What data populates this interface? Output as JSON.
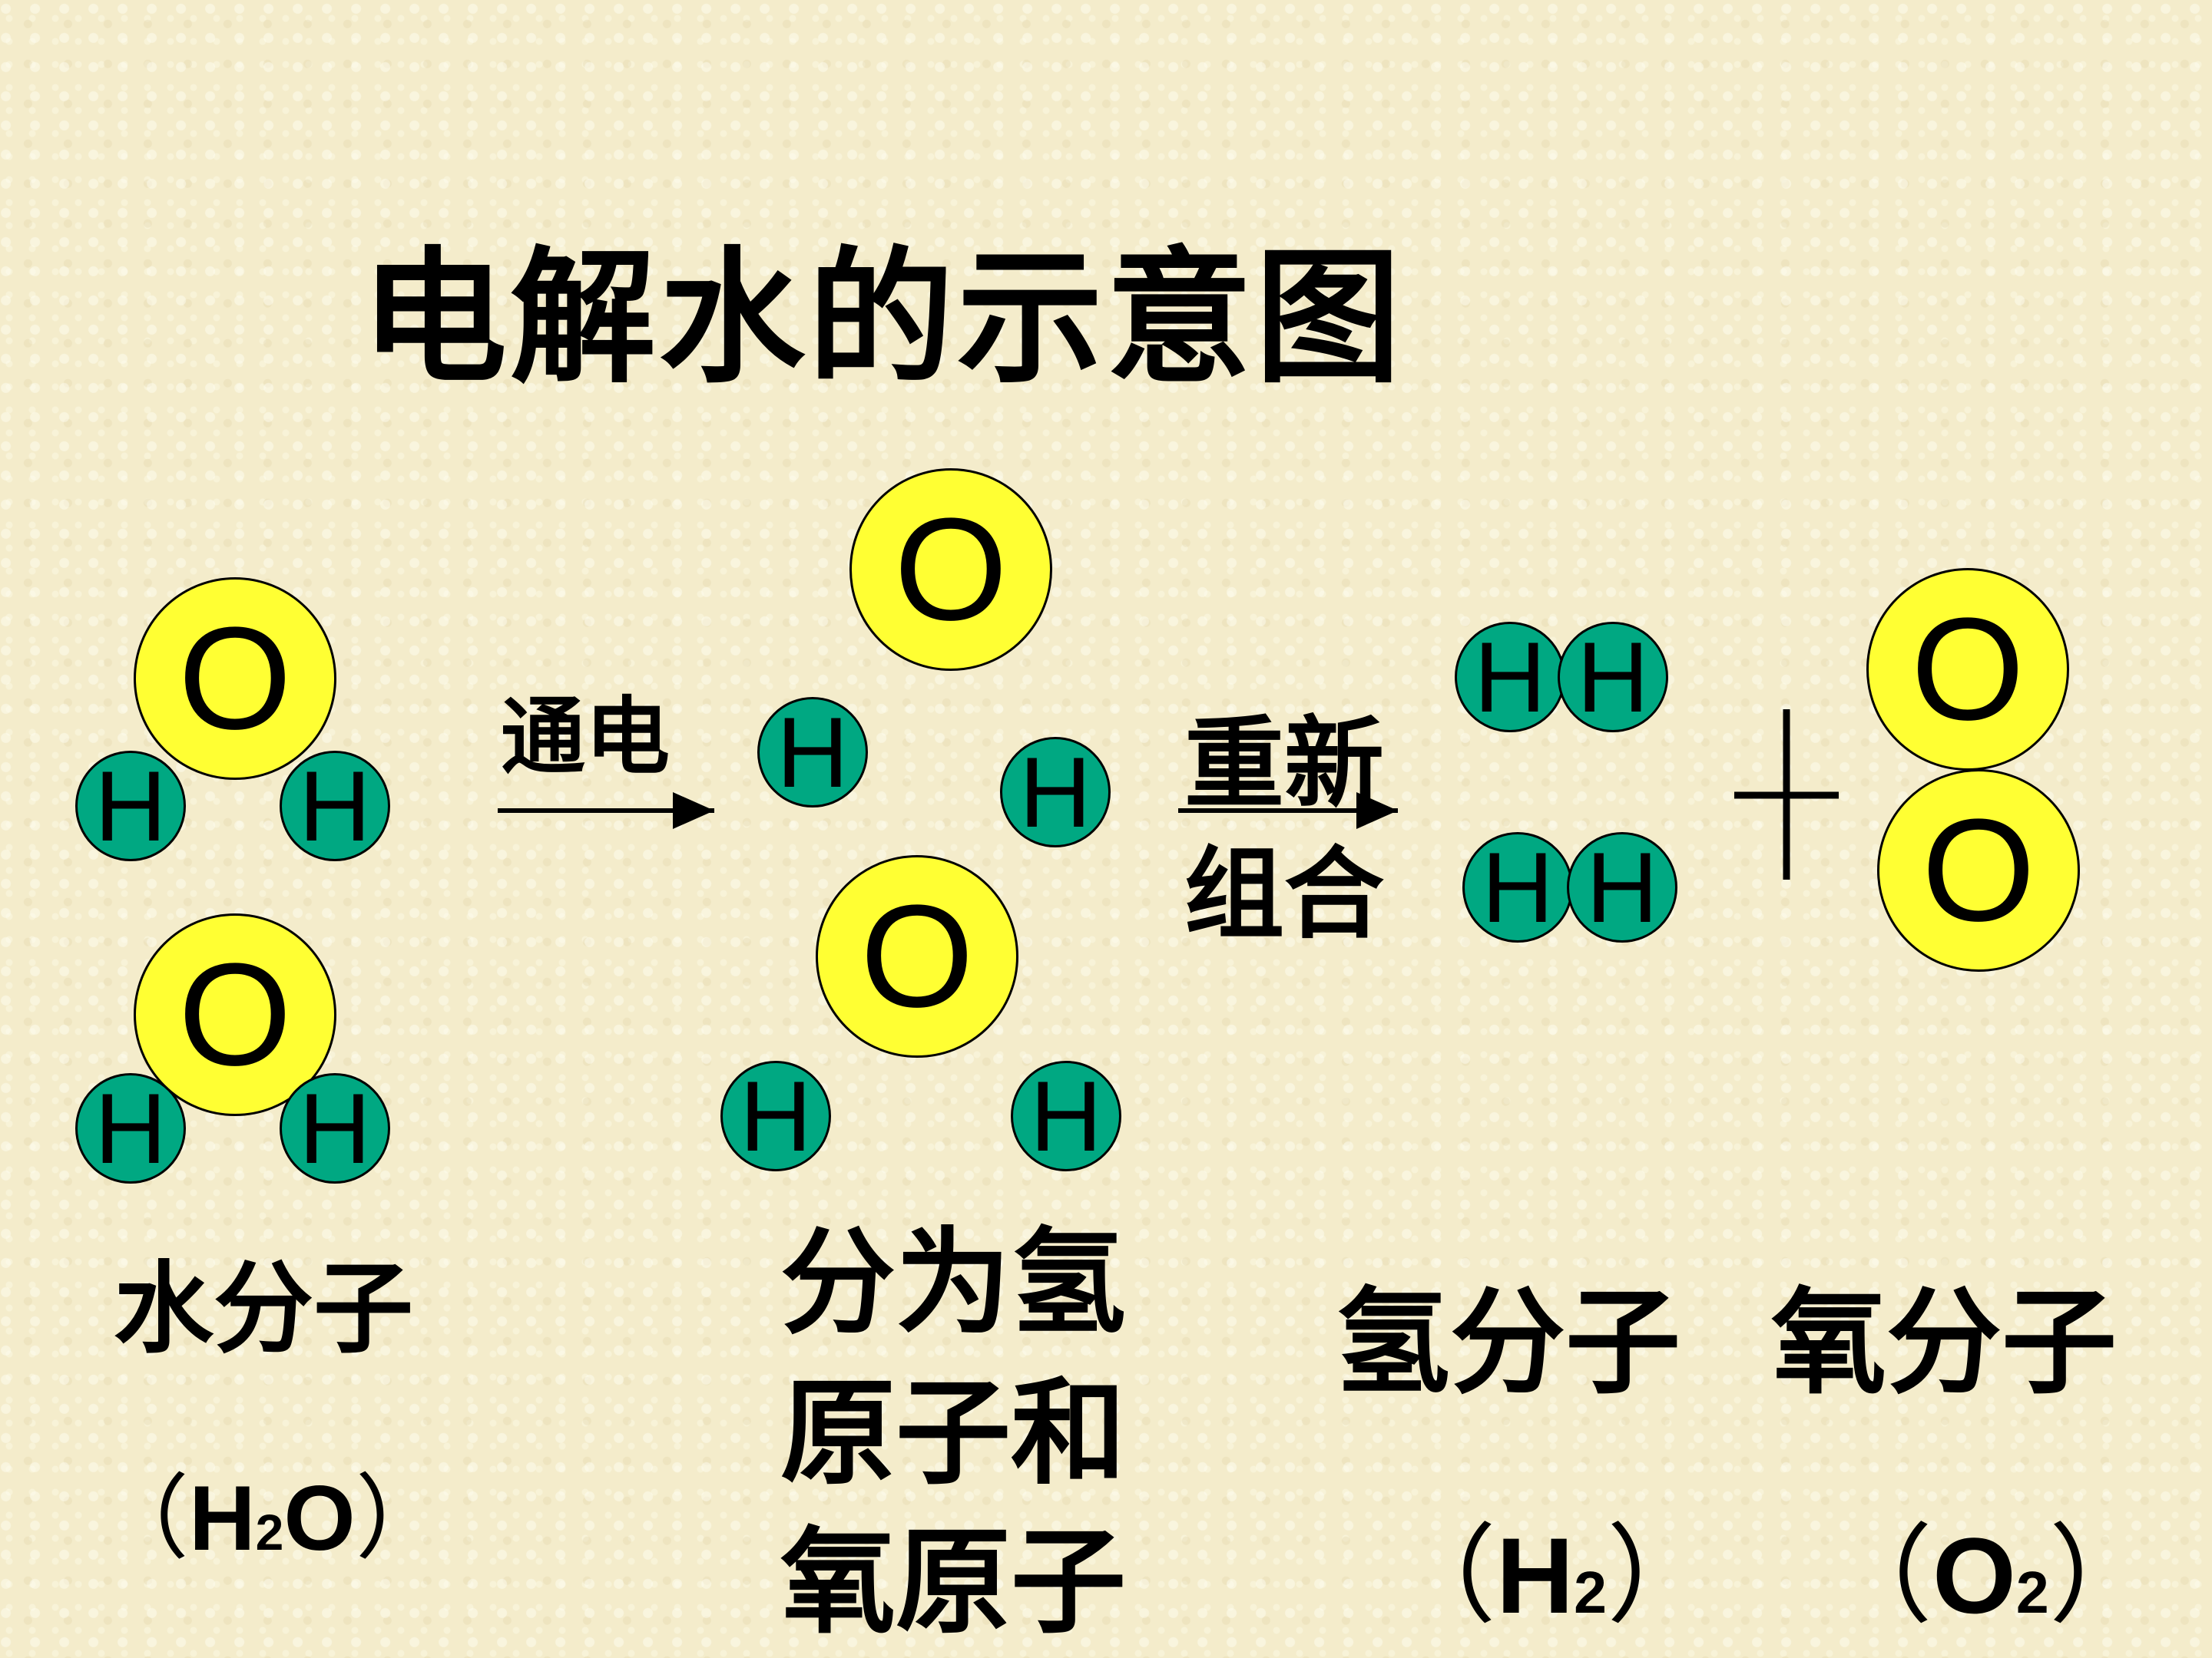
{
  "title": "电解水的示意图",
  "atom_labels": {
    "oxygen": "O",
    "hydrogen": "H"
  },
  "arrows": {
    "step1_label": "通电",
    "step2_label_line1": "重新",
    "step2_label_line2": "组合"
  },
  "plus_sign": "+",
  "labels": {
    "water": {
      "name": "水分子",
      "formula_open": "（",
      "formula_main": "H",
      "formula_sub": "2",
      "formula_tail": "O",
      "formula_close": "）"
    },
    "atoms": {
      "line1": "分为氢",
      "line2": "原子和",
      "line3": "氧原子"
    },
    "hydrogen": {
      "name": "氢分子",
      "formula_open": "（",
      "formula_main": "H",
      "formula_sub": "2",
      "formula_close": "）"
    },
    "oxygen": {
      "name": "氧分子",
      "formula_open": "（",
      "formula_main": "O",
      "formula_sub": "2",
      "formula_close": "）"
    }
  },
  "colors": {
    "oxygen_atom": "#ffff33",
    "hydrogen_atom": "#00a882",
    "background": "#f4eccb"
  }
}
